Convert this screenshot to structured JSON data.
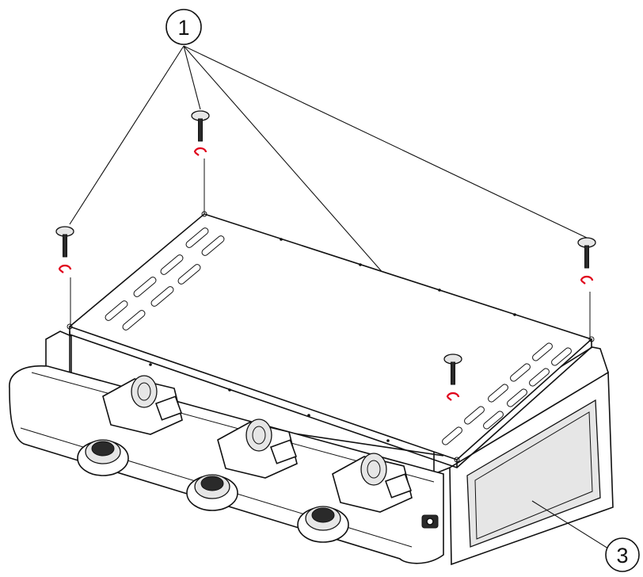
{
  "callouts": [
    {
      "id": "callout-1",
      "label": "1"
    },
    {
      "id": "callout-3",
      "label": "3"
    }
  ],
  "colors": {
    "line": "#111111",
    "accent": "#e0001a",
    "fill": "#ffffff",
    "shade": "#e6e6e6"
  },
  "icons": [
    "screw-icon",
    "spring-washer-icon",
    "knob-icon",
    "connector-icon"
  ]
}
